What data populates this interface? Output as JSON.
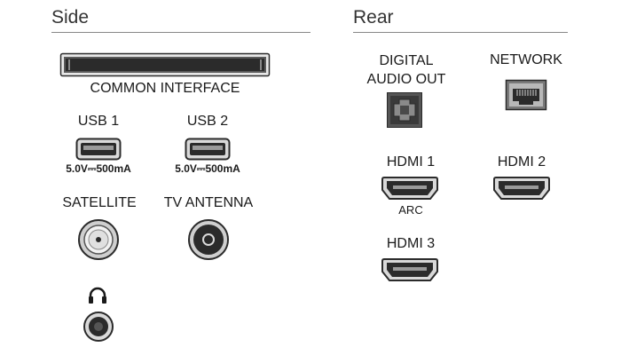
{
  "side": {
    "title": "Side",
    "common_interface": "COMMON INTERFACE",
    "usb1": {
      "label": "USB 1",
      "rating": "5.0V⎓500mA"
    },
    "usb2": {
      "label": "USB 2",
      "rating": "5.0V⎓500mA"
    },
    "satellite": "SATELLITE",
    "tv_antenna": "TV ANTENNA",
    "headphone_icon": "headphone-icon"
  },
  "rear": {
    "title": "Rear",
    "digital_audio_out": [
      "DIGITAL",
      "AUDIO OUT"
    ],
    "network": "NETWORK",
    "hdmi1": "HDMI 1",
    "hdmi1_sub": "ARC",
    "hdmi2": "HDMI 2",
    "hdmi3": "HDMI 3"
  },
  "colors": {
    "port_dark": "#2b2b2b",
    "port_mid": "#777777",
    "port_light": "#d9d9d9",
    "rule": "#888888"
  }
}
